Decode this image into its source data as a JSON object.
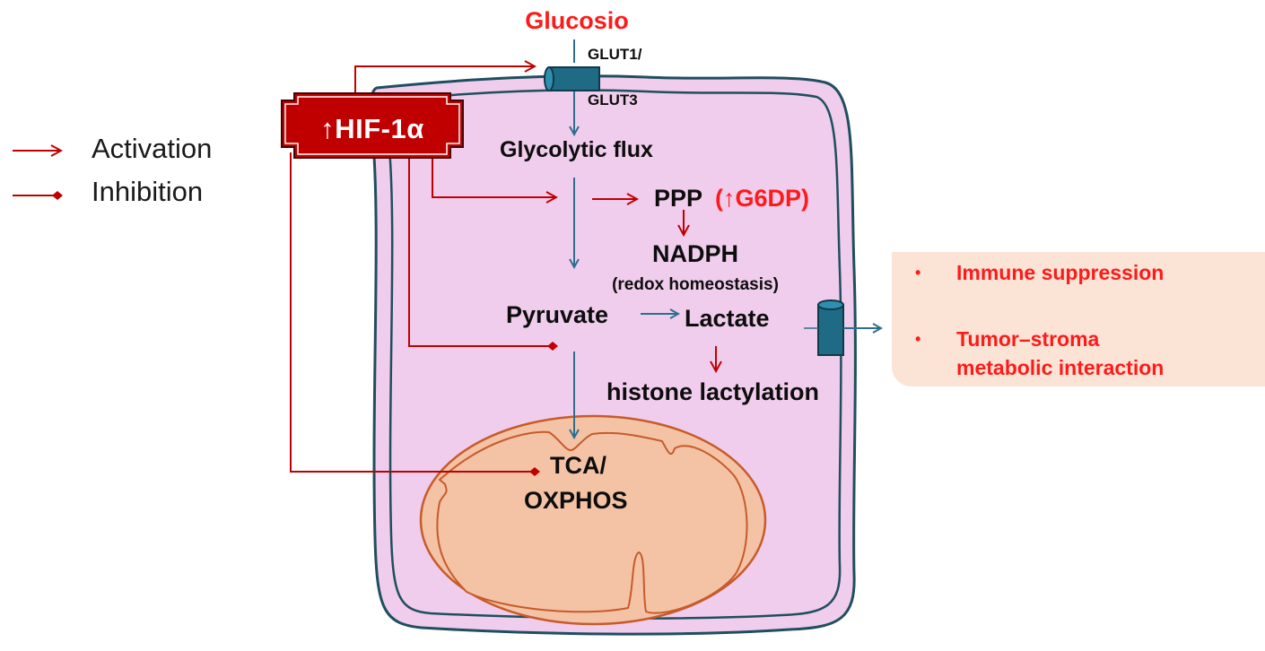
{
  "legend": {
    "activation": "Activation",
    "inhibition": "Inhibition"
  },
  "regulator": {
    "label": "↑HIF-1α"
  },
  "glucose": "Glucosio",
  "transporter": {
    "line1": "GLUT1/",
    "line2": "GLUT3"
  },
  "pathway": {
    "glycolytic_flux": "Glycolytic flux",
    "ppp": "PPP",
    "g6dp": "(↑G6DP)",
    "nadph": "NADPH",
    "nadph_note": "(redox homeostasis)",
    "pyruvate": "Pyruvate",
    "lactate": "Lactate",
    "histone_lactylation": "histone lactylation",
    "tca": "TCA/",
    "oxphos": "OXPHOS"
  },
  "effects": [
    "Immune suppression",
    "Tumor–stroma",
    "metabolic interaction"
  ],
  "colors": {
    "activation_red": "#c00000",
    "flux_blue": "#2e6f8e",
    "cell_fill": "#f0cdec",
    "cell_border": "#1f4e5f",
    "mito_fill": "#f4c3a5",
    "mito_border": "#c75b2a",
    "effects_bg": "#fbe4d6",
    "label_red": "#ff1a1a"
  }
}
